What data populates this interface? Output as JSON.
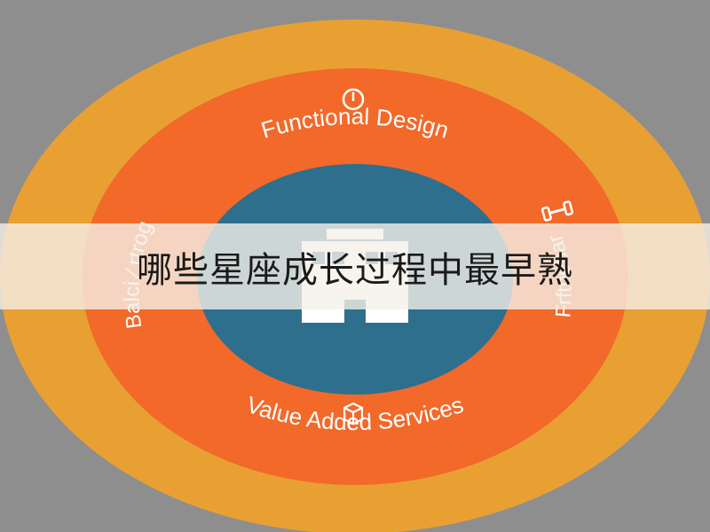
{
  "diagram": {
    "rings": {
      "outer_color": "#e9a033",
      "middle_color": "#f2692a",
      "inner_color": "#2e6f8e"
    },
    "labels": {
      "top": "Functional Design",
      "bottom": "Value Added Services",
      "left": "Balci ⁄ rtrog",
      "right": "Frftnebar"
    },
    "icons": {
      "top": "power-icon",
      "bottom": "box-icon",
      "right": "dumbbell-icon",
      "center": "building-icon"
    }
  },
  "banner": {
    "title": "哪些星座成长过程中最早熟"
  }
}
